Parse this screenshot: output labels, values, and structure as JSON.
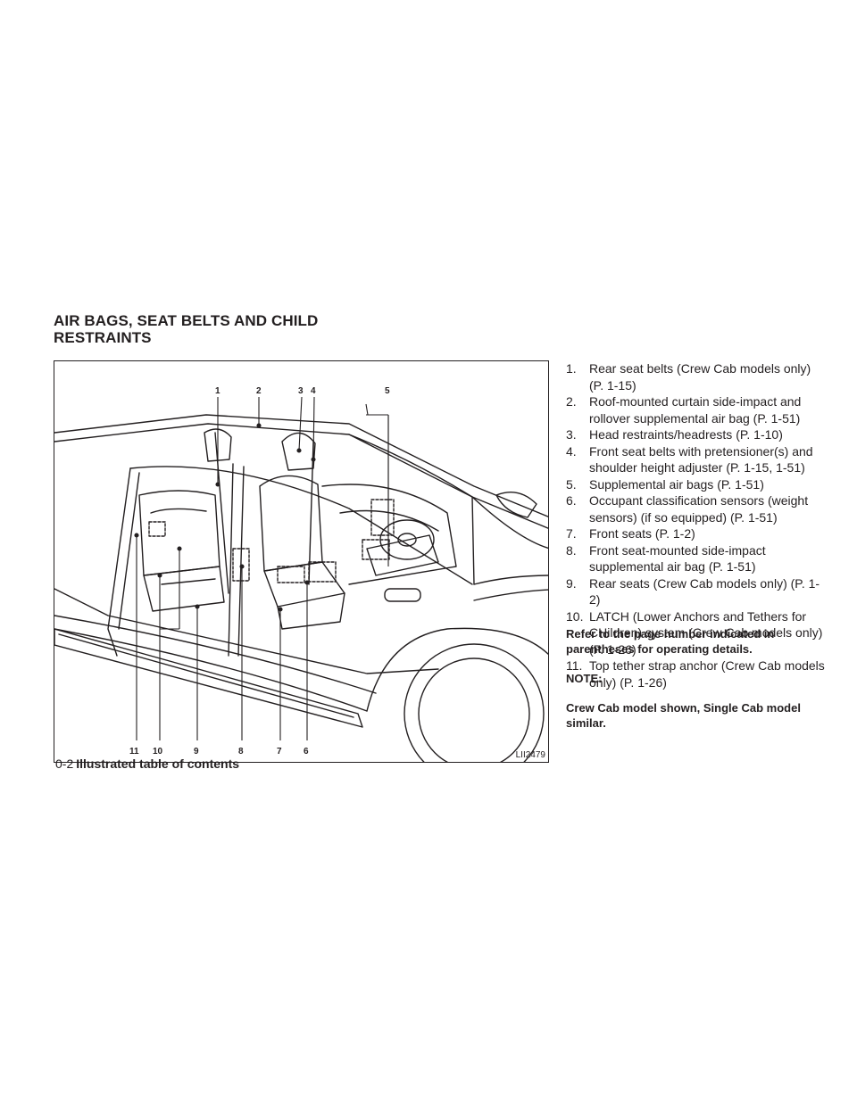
{
  "section": {
    "title_line1": "AIR BAGS, SEAT BELTS AND CHILD",
    "title_line2": "RESTRAINTS"
  },
  "figure": {
    "id": "LII2479",
    "callouts": [
      "1",
      "2",
      "3",
      "4",
      "5",
      "6",
      "7",
      "8",
      "9",
      "10",
      "11"
    ]
  },
  "items": [
    {
      "num": "1.",
      "text": "Rear seat belts (Crew Cab models only) (P. 1-15)"
    },
    {
      "num": "2.",
      "text": "Roof-mounted curtain side-impact and rollover supplemental air bag (P. 1-51)"
    },
    {
      "num": "3.",
      "text": "Head restraints/headrests (P. 1-10)"
    },
    {
      "num": "4.",
      "text": "Front seat belts with pretensioner(s) and shoulder height adjuster (P. 1-15, 1-51)"
    },
    {
      "num": "5.",
      "text": "Supplemental air bags (P. 1-51)"
    },
    {
      "num": "6.",
      "text": "Occupant classification sensors (weight sensors) (if so equipped) (P. 1-51)"
    },
    {
      "num": "7.",
      "text": "Front seats (P. 1-2)"
    },
    {
      "num": "8.",
      "text": "Front seat-mounted side-impact supplemental air bag (P. 1-51)"
    },
    {
      "num": "9.",
      "text": "Rear seats (Crew Cab models only) (P. 1-2)"
    },
    {
      "num": "10.",
      "text": "LATCH (Lower Anchors and Tethers for CHildren) system (Crew Cab models only) (P. 1-26)"
    },
    {
      "num": "11.",
      "text": "Top tether strap anchor (Crew Cab models only) (P. 1-26)"
    }
  ],
  "reference_note": "Refer to the page number indicated in parentheses for operating details.",
  "note": {
    "heading": "NOTE:",
    "body": "Crew Cab model shown, Single Cab model similar."
  },
  "footer": {
    "page_number": "0-2",
    "title": "Illustrated table of contents"
  }
}
